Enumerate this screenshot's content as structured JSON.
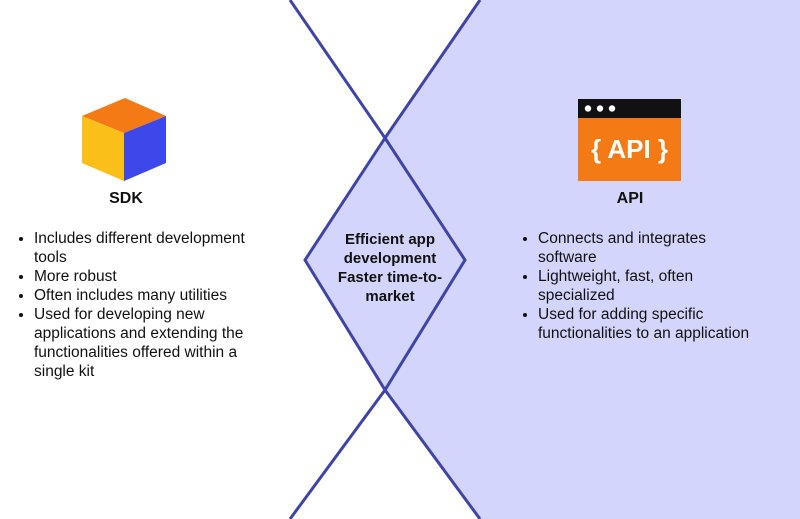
{
  "colors": {
    "right_bg": "#d4d5fc",
    "line": "#3f44a8",
    "cube_top": "#f47a16",
    "cube_left": "#fbbf1a",
    "cube_right": "#3d47ea",
    "api_bar": "#111111",
    "api_body": "#f47a16",
    "api_text": "#ffffff"
  },
  "sdk": {
    "icon": "cube-icon",
    "title": "SDK",
    "items": [
      "Includes different development tools",
      "More robust",
      "Often includes many utilities",
      "Used for developing new applications and extending the functionalities offered within a single kit"
    ]
  },
  "api": {
    "icon": "api-window-icon",
    "icon_text": "{ API }",
    "title": "API",
    "items": [
      "Connects and integrates software",
      "Lightweight, fast, often specialized",
      "Used for adding specific functionalities to an application"
    ]
  },
  "overlap": {
    "lines": [
      "Efficient app development",
      "Faster time-to-market"
    ]
  }
}
